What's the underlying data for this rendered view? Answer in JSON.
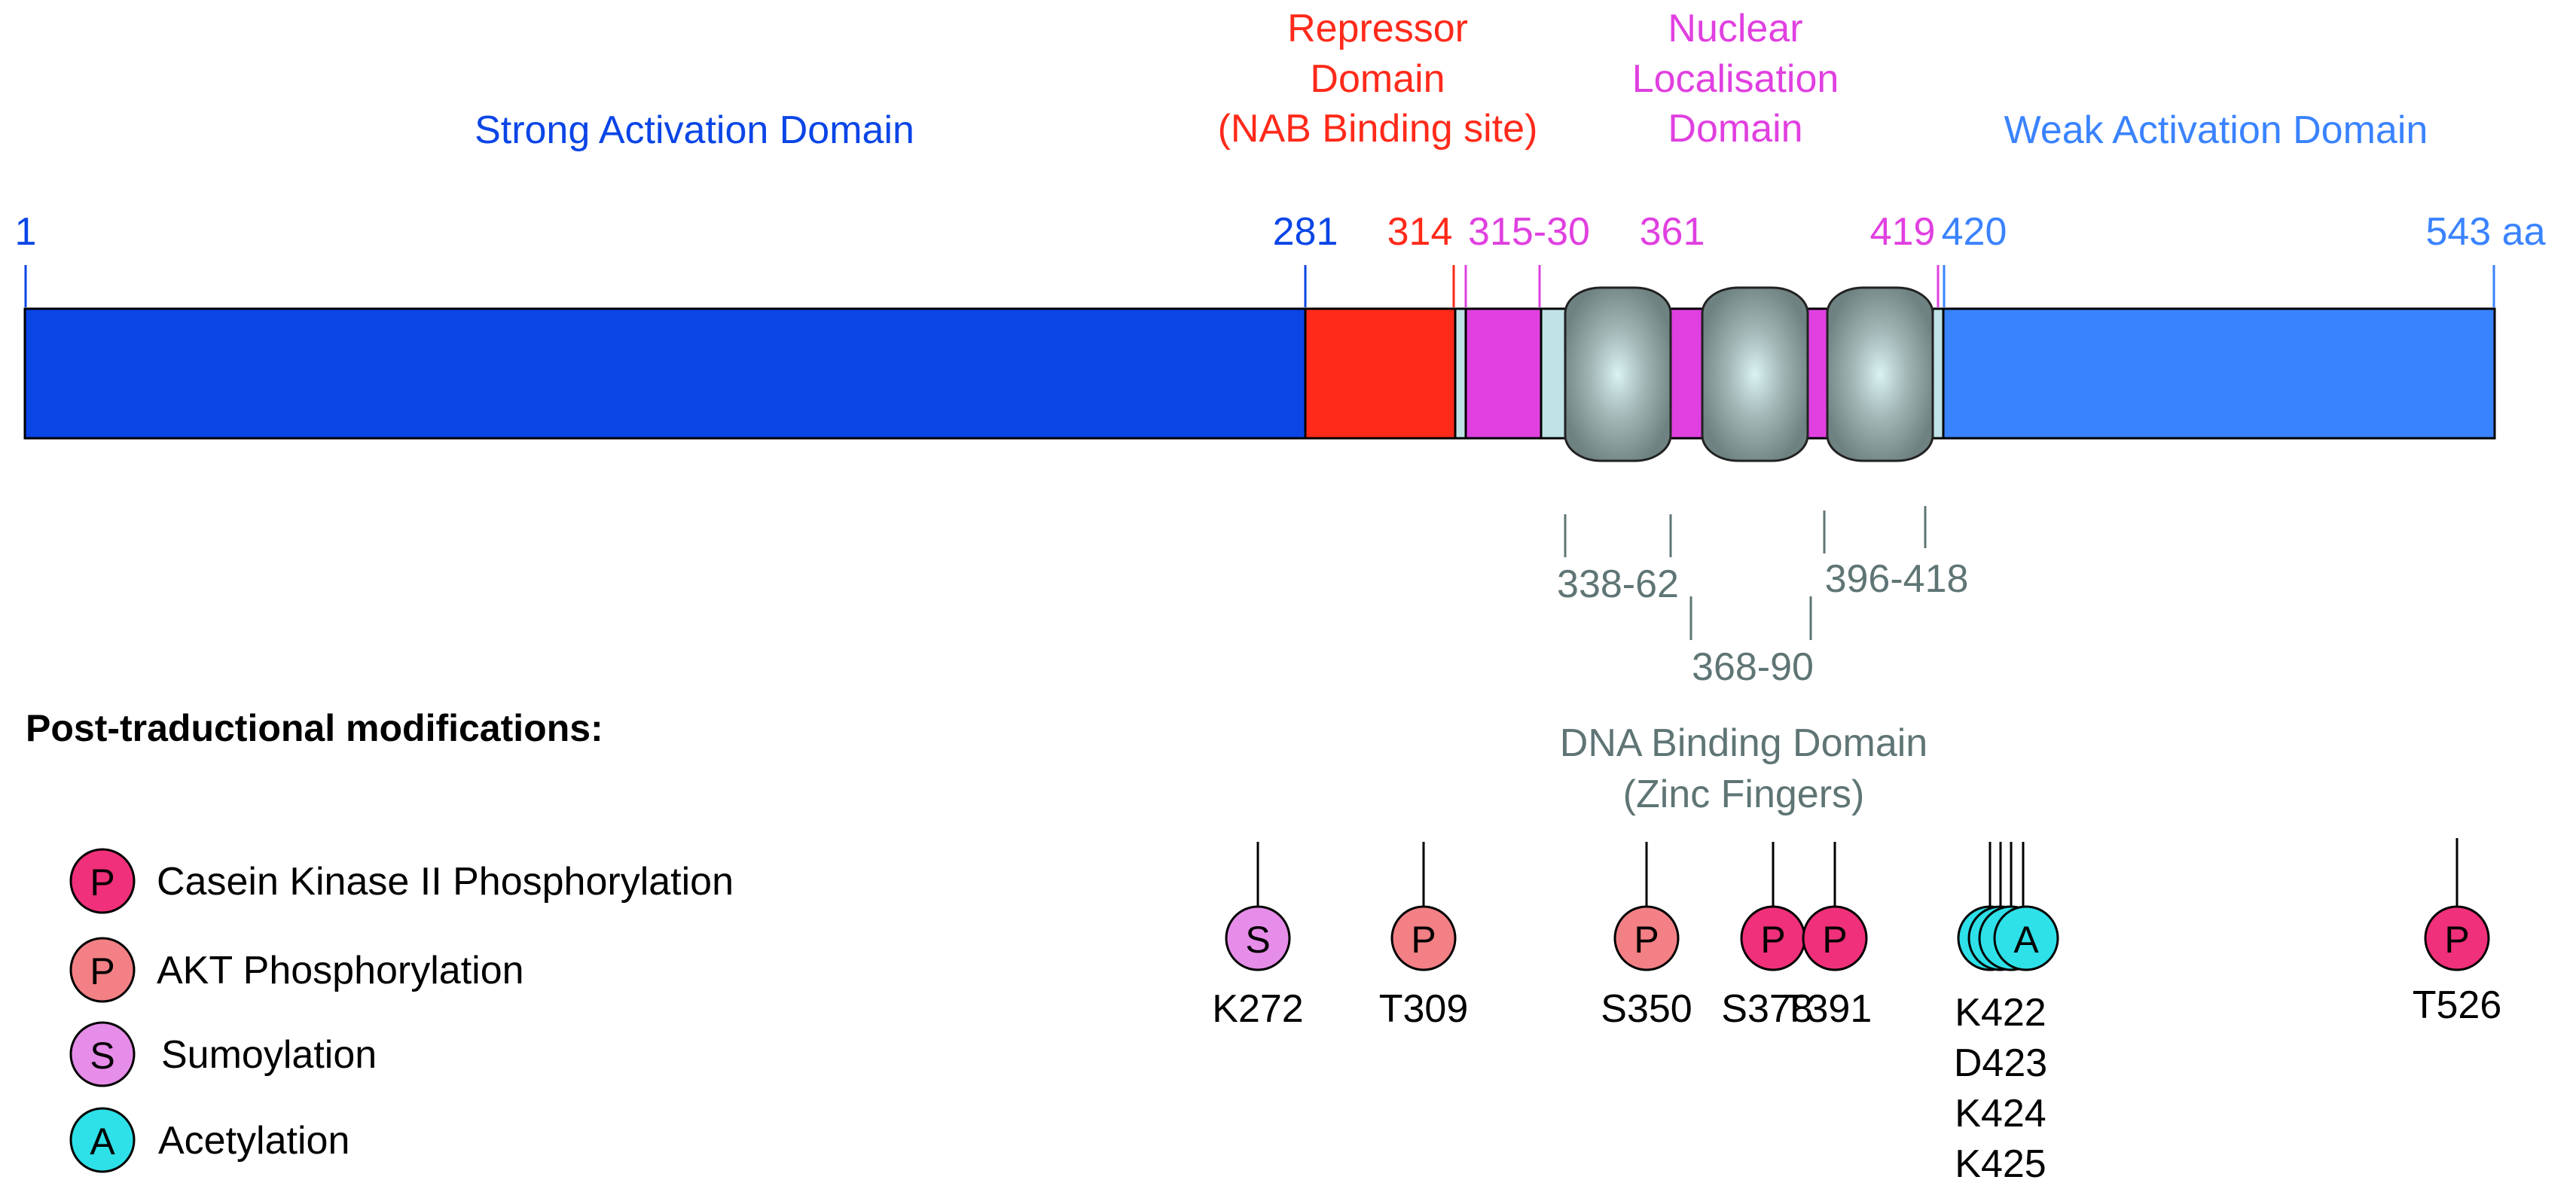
{
  "colors": {
    "strong_activation": "#0a45e6",
    "repressor": "#ff2a1a",
    "nuclear": "#e040e0",
    "weak_activation": "#3a83ff",
    "zinc_finger": "#8a9c9c",
    "linker": "#bfe3e6",
    "dna_binding_text": "#5f7575",
    "casein_kinase_p": "#f0307a",
    "akt_p": "#f28085",
    "sumoylation": "#e58de8",
    "acetylation": "#2ee0e8"
  },
  "domains": {
    "strong_activation": "Strong Activation Domain",
    "repressor": [
      "Repressor",
      "Domain",
      "(NAB Binding site)"
    ],
    "nuclear": [
      "Nuclear",
      "Localisation",
      "Domain"
    ],
    "weak_activation": "Weak Activation Domain"
  },
  "positions": {
    "p1": "1",
    "p281": "281",
    "p314": "314",
    "p315": "315-30",
    "p361": "361",
    "p419": "419",
    "p420": "420",
    "p543": "543 aa"
  },
  "zinc_fingers": {
    "zf1": "338-62",
    "zf2": "368-90",
    "zf3": "396-418"
  },
  "dna_binding": [
    "DNA Binding Domain",
    "(Zinc Fingers)"
  ],
  "ptm": {
    "heading": "Post-traductional modifications:",
    "legend": [
      {
        "letter": "P",
        "label": "Casein Kinase II Phosphorylation",
        "color": "#f0307a"
      },
      {
        "letter": "P",
        "label": "AKT Phosphorylation",
        "color": "#f28085"
      },
      {
        "letter": "S",
        "label": "Sumoylation",
        "color": "#e58de8"
      },
      {
        "letter": "A",
        "label": "Acetylation",
        "color": "#2ee0e8"
      }
    ],
    "sites": [
      {
        "letter": "S",
        "label": "K272",
        "color": "#e58de8"
      },
      {
        "letter": "P",
        "label": "T309",
        "color": "#f28085"
      },
      {
        "letter": "P",
        "label": "S350",
        "color": "#f28085"
      },
      {
        "letter": "P",
        "label": "S378",
        "color": "#f0307a"
      },
      {
        "letter": "P",
        "label": "T391",
        "color": "#f0307a"
      },
      {
        "letter": "A",
        "label": "K422",
        "color": "#2ee0e8"
      },
      {
        "letter": "A",
        "label": "D423",
        "color": "#2ee0e8"
      },
      {
        "letter": "A",
        "label": "K424",
        "color": "#2ee0e8"
      },
      {
        "letter": "A",
        "label": "K425",
        "color": "#2ee0e8"
      },
      {
        "letter": "P",
        "label": "T526",
        "color": "#f0307a"
      }
    ]
  }
}
